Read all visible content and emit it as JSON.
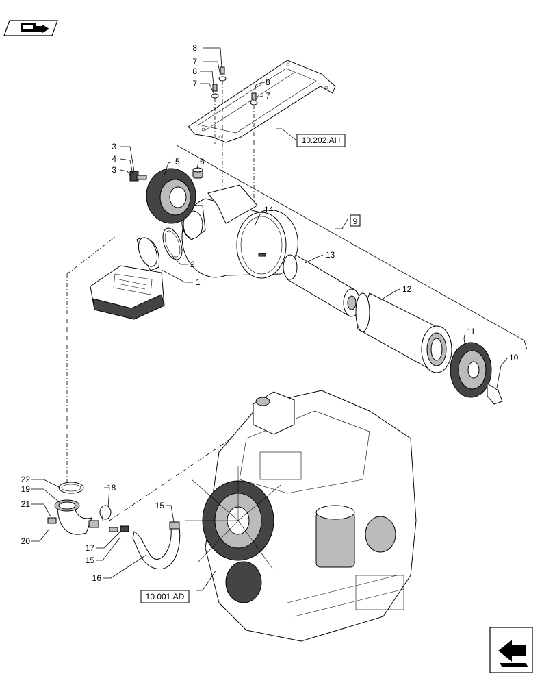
{
  "icons": {
    "top_left": "book-arrow-icon",
    "bottom_right": "next-page-arrow-icon"
  },
  "references": {
    "bracket": "10.202.AH",
    "engine": "10.001.AD"
  },
  "callouts": {
    "n1": "1",
    "n2": "2",
    "n3a": "3",
    "n3b": "3",
    "n4": "4",
    "n5": "5",
    "n6": "6",
    "n7a": "7",
    "n7b": "7",
    "n7c": "7",
    "n8a": "8",
    "n8b": "8",
    "n8c": "8",
    "n9": "9",
    "n10": "10",
    "n11": "11",
    "n12": "12",
    "n13": "13",
    "n14": "14",
    "n15a": "15",
    "n15b": "15",
    "n16": "16",
    "n17": "17",
    "n18": "18",
    "n19": "19",
    "n20": "20",
    "n21": "21",
    "n22": "22"
  }
}
